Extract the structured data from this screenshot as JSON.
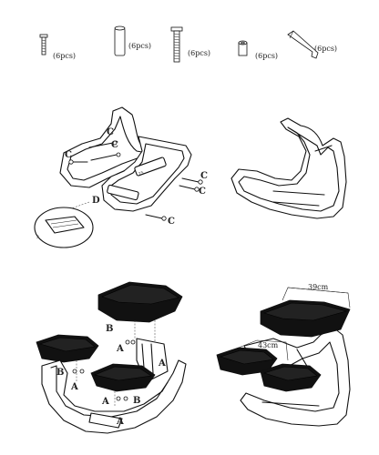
{
  "parts": [
    {
      "name": "short-bolt",
      "qty": "(6pcs)",
      "icon": "short-bolt-icon"
    },
    {
      "name": "barrel-nut",
      "qty": "(6pcs)",
      "icon": "barrel-nut-icon"
    },
    {
      "name": "long-bolt",
      "qty": "(6pcs)",
      "icon": "long-bolt-icon"
    },
    {
      "name": "hex-nut",
      "qty": "(6pcs)",
      "icon": "hex-nut-icon"
    },
    {
      "name": "allen-key",
      "qty": "(6pcs)",
      "icon": "allen-key-icon"
    }
  ],
  "labels": {
    "c": "C",
    "d": "D",
    "a": "A",
    "b": "B"
  },
  "dimensions": {
    "seat_width": "39cm",
    "knee_width": "43cm"
  },
  "colors": {
    "line": "#111111",
    "cushion": "#111111",
    "background": "#ffffff"
  }
}
